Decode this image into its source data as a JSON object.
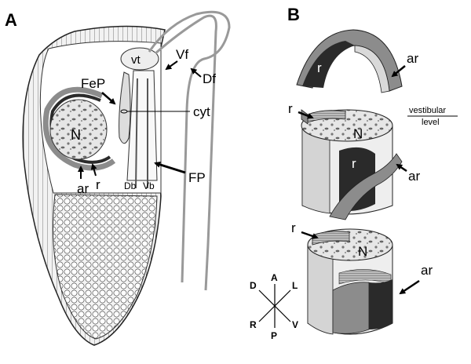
{
  "panels": {
    "a": "A",
    "b": "B"
  },
  "panel_a": {
    "vt": "vt",
    "vf": "Vf",
    "df": "Df",
    "fep": "FeP",
    "cyt": "cyt",
    "n": "N",
    "ar": "ar",
    "r": "r",
    "db": "Db",
    "vb": "Vb",
    "fp": "FP"
  },
  "panel_b": {
    "top_r": "r",
    "top_ar": "ar",
    "vest_line1": "vestibular",
    "vest_line2": "level",
    "mid_r": "r",
    "mid_n": "N",
    "mid_r2": "r",
    "mid_ar": "ar",
    "low_r": "r",
    "low_n": "N",
    "low_ar": "ar"
  },
  "axes": {
    "a": "A",
    "p": "P",
    "d": "D",
    "l": "L",
    "r": "R",
    "v": "V"
  },
  "colors": {
    "dark": "#2a2a2a",
    "mid": "#8c8c8c",
    "light": "#d9d9d9",
    "nucleus": "#c8c8c8"
  }
}
